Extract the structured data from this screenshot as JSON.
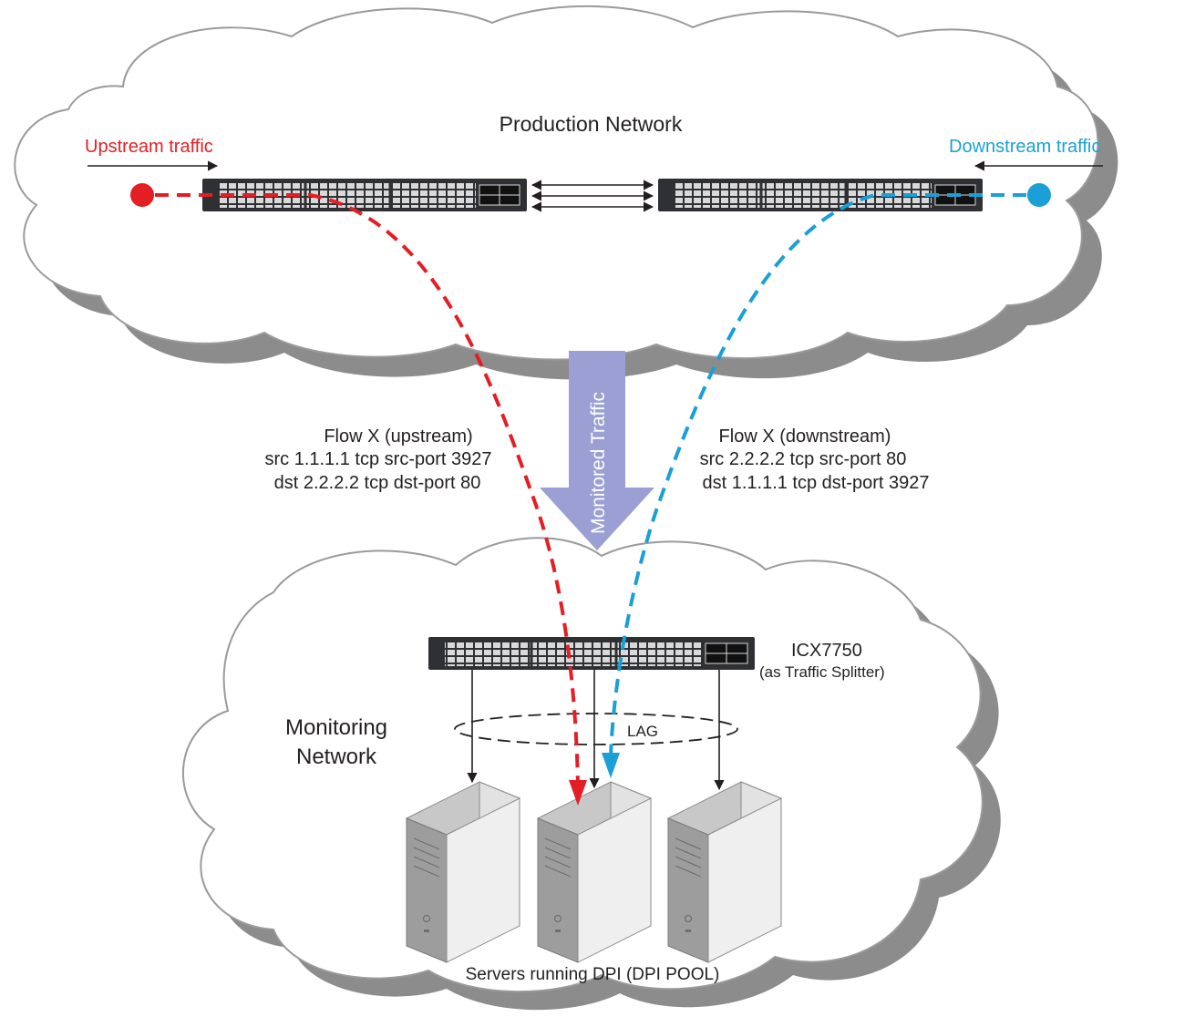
{
  "production_network": {
    "title": "Production Network",
    "upstream_label": "Upstream traffic",
    "downstream_label": "Downstream traffic"
  },
  "monitored_traffic": "Monitored Traffic",
  "flow_upstream": {
    "line1": "Flow X (upstream)",
    "line2": "src 1.1.1.1 tcp src-port 3927",
    "line3": "dst 2.2.2.2 tcp dst-port 80"
  },
  "flow_downstream": {
    "line1": "Flow X (downstream)",
    "line2": "src 2.2.2.2 tcp src-port 80",
    "line3": "dst 1.1.1.1 tcp dst-port 3927"
  },
  "splitter": {
    "model": "ICX7750",
    "role": "(as Traffic Splitter)"
  },
  "monitoring_network": {
    "line1": "Monitoring",
    "line2": "Network"
  },
  "lag_label": "LAG",
  "servers_label": "Servers running DPI (DPI POOL)",
  "colors": {
    "upstream": "#e31e24",
    "downstream": "#1a9fd6",
    "arrow_fill": "#9b9fd3",
    "cloud_shadow": "#8c8c8c",
    "cloud_stroke": "#9a9a9a",
    "switch_body": "#2f3033"
  }
}
